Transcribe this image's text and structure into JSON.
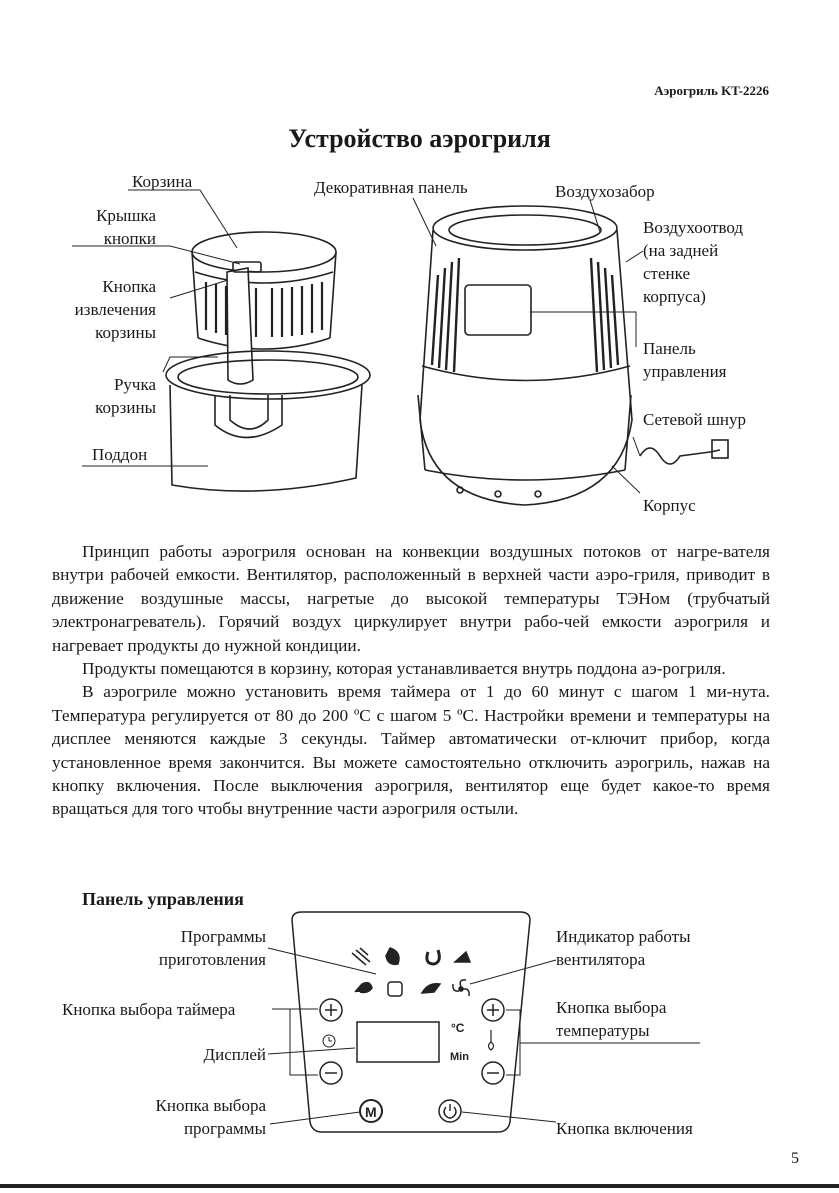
{
  "header": {
    "model": "Аэрогриль KT-2226"
  },
  "title": "Устройство аэрогриля",
  "device_labels": {
    "basket": "Корзина",
    "button_cover": [
      "Крышка",
      "кнопки"
    ],
    "eject_button": [
      "Кнопка",
      "извлечения",
      "корзины"
    ],
    "handle": [
      "Ручка",
      "корзины"
    ],
    "tray": "Поддон",
    "decor_panel": "Декоративная панель",
    "air_intake": "Воздухозабор",
    "air_outlet": [
      "Воздухоотвод",
      "(на задней",
      "стенке",
      "корпуса)"
    ],
    "control_panel": [
      "Панель",
      "управления"
    ],
    "power_cord": "Сетевой шнур",
    "body": "Корпус"
  },
  "paragraphs": [
    "Принцип работы аэрогриля основан на конвекции воздушных потоков от нагре-вателя внутри рабочей емкости. Вентилятор, расположенный в верхней части аэро-гриля, приводит в движение воздушные массы, нагретые до высокой температуры ТЭНом (трубчатый электронагреватель). Горячий воздух циркулирует внутри рабо-чей емкости аэрогриля и нагревает продукты до нужной кондиции.",
    "Продукты помещаются в корзину, которая устанавливается внутрь поддона аэ-рогриля.",
    "В аэрогриле можно установить время таймера от 1 до 60 минут с шагом 1 ми-нута. Температура регулируется от 80 до 200 ºС с шагом 5 ºС. Настройки времени и температуры на дисплее меняются каждые 3 секунды. Таймер автоматически от-ключит прибор, когда установленное время закончится. Вы можете самостоятельно отключить аэрогриль, нажав на кнопку включения. После выключения аэрогриля, вентилятор еще будет какое-то время вращаться для того чтобы внутренние части аэрогриля остыли."
  ],
  "panel_section": {
    "title": "Панель управления",
    "labels": {
      "programs": [
        "Программы",
        "приготовления"
      ],
      "timer_button": "Кнопка выбора таймера",
      "display": "Дисплей",
      "program_button": [
        "Кнопка выбора",
        "программы"
      ],
      "fan_indicator": [
        "Индикатор работы",
        "вентилятора"
      ],
      "temp_button": [
        "Кнопка выбора",
        "температуры"
      ],
      "power_button": "Кнопка включения"
    },
    "panel_text": {
      "celsius": "°C",
      "min": "Min",
      "mode": "M"
    }
  },
  "page_number": "5"
}
